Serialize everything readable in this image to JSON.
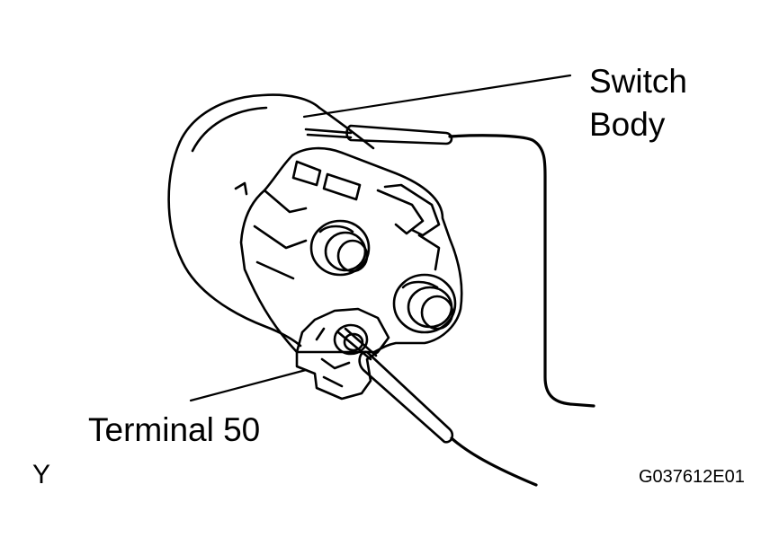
{
  "labels": {
    "switch_body_line1": "Switch",
    "switch_body_line2": "Body",
    "terminal_50": "Terminal 50",
    "figure_code": "G037612E01",
    "view_letter": "Y"
  },
  "colors": {
    "line": "#000000",
    "background": "#ffffff"
  }
}
